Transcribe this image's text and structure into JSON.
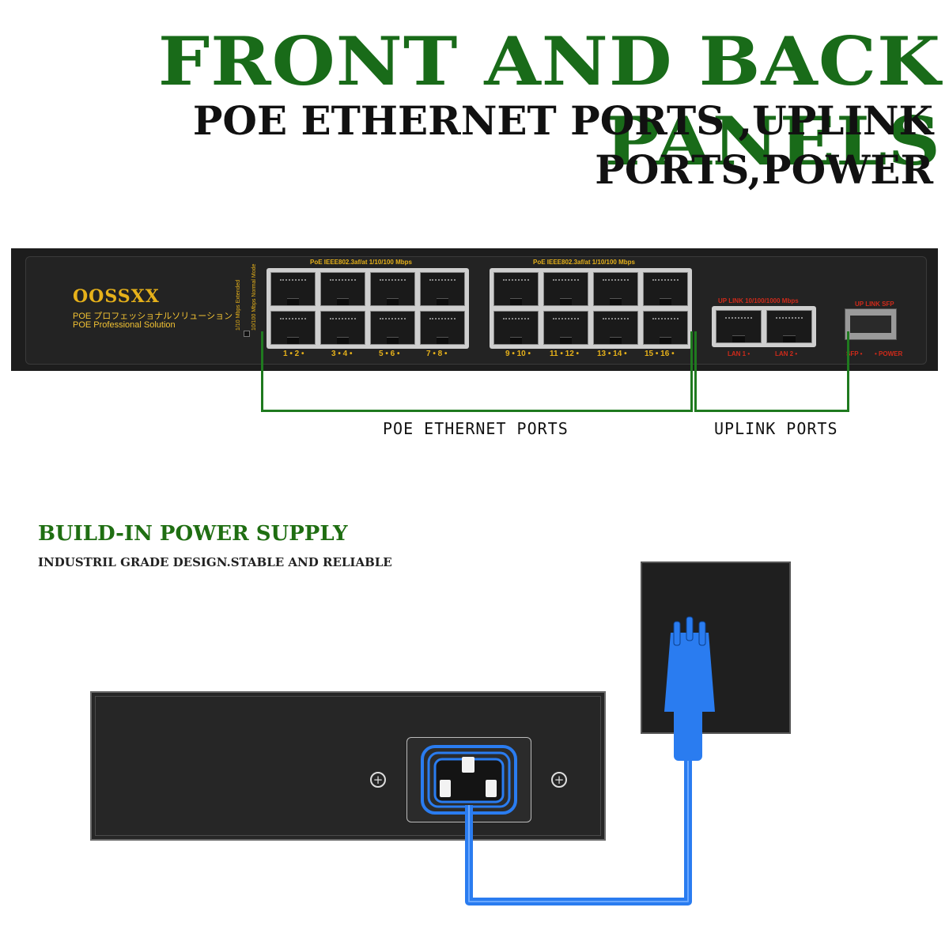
{
  "header": {
    "title": "FRONT AND BACK PANELS",
    "subtitle": "POE ETHERNET PORTS ,UPLINK PORTS,POWER"
  },
  "front_panel": {
    "brand": "OOSSXX",
    "tagline_jp": "POE プロフェッショナルソリューション",
    "tagline_en": "POE Professional Solution",
    "mode_labels": [
      "1/10 Mbps Extended",
      "10/100 Mbps Normal Mode"
    ],
    "poe_group_labels": [
      "PoE IEEE802.3af/at 1/10/100 Mbps",
      "PoE IEEE802.3af/at 1/10/100 Mbps"
    ],
    "port_numbers": [
      "1 • 2 •",
      "3 • 4 •",
      "5 • 6 •",
      "7 • 8 •",
      "9 • 10 •",
      "11 • 12 •",
      "13 • 14 •",
      "15 • 16 •"
    ],
    "uplink_label": "UP LINK 10/100/1000 Mbps",
    "lan_labels": [
      "LAN 1 •",
      "LAN 2 •"
    ],
    "sfp_label": "UP LINK SFP",
    "sfp_led": "SFP •",
    "power_led": "• POWER"
  },
  "callouts": {
    "poe_ports": "POE ETHERNET PORTS",
    "uplink_ports": "UPLINK PORTS"
  },
  "power_section": {
    "title": "BUILD-IN POWER SUPPLY",
    "subtitle": "INDUSTRIL GRADE DESIGN.STABLE AND RELIABLE"
  },
  "colors": {
    "title_green": "#196b19",
    "label_gold": "#e6b11a",
    "label_red": "#d02a1a",
    "cable_blue": "#2a7cf0",
    "bracket_green": "#1f7a1f"
  }
}
